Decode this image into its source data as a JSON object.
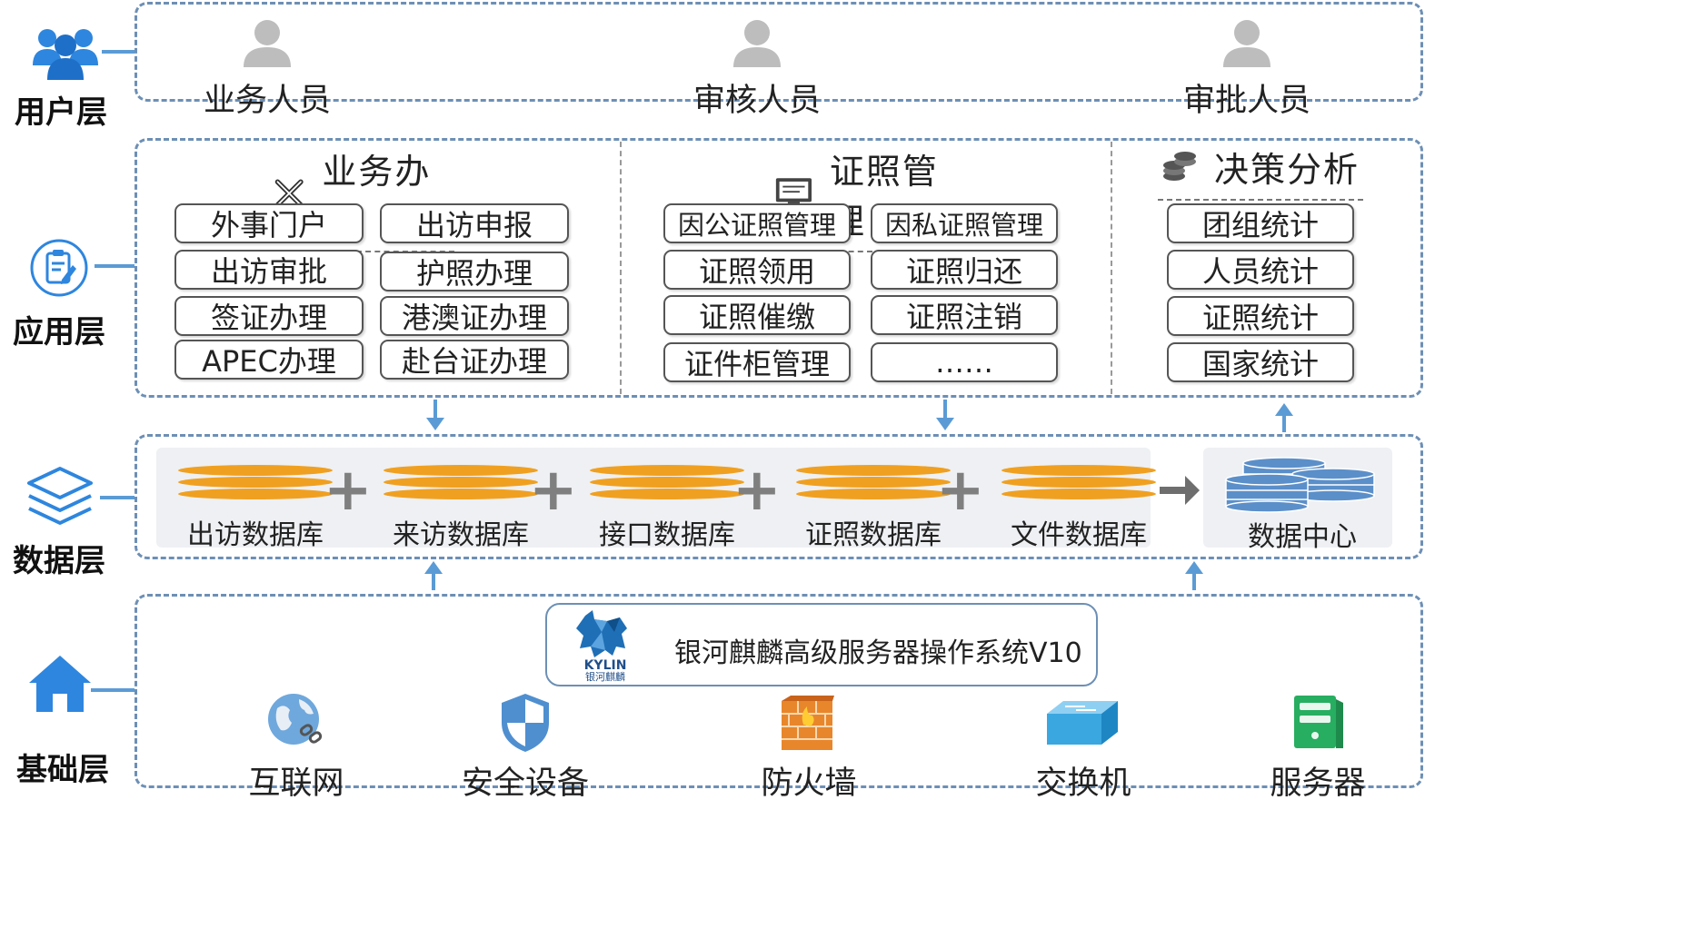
{
  "layers": {
    "user": "用户层",
    "app": "应用层",
    "data": "数据层",
    "base": "基础层"
  },
  "users": [
    "业务人员",
    "审核人员",
    "审批人员"
  ],
  "sections": {
    "business": {
      "title": "业务办理",
      "items": [
        "外事门户",
        "出访申报",
        "出访审批",
        "护照办理",
        "签证办理",
        "港澳证办理",
        "APEC办理",
        "赴台证办理"
      ]
    },
    "certificate": {
      "title": "证照管理",
      "items": [
        "因公证照管理",
        "因私证照管理",
        "证照领用",
        "证照归还",
        "证照催缴",
        "证照注销",
        "证件柜管理",
        "……"
      ]
    },
    "decision": {
      "title": "决策分析",
      "items": [
        "团组统计",
        "人员统计",
        "证照统计",
        "国家统计"
      ]
    }
  },
  "databases": [
    "出访数据库",
    "来访数据库",
    "接口数据库",
    "证照数据库",
    "文件数据库"
  ],
  "data_center": "数据中心",
  "os": {
    "logo_text": "KYLIN",
    "logo_sub": "银河麒麟",
    "label": "银河麒麟高级服务器操作系统V10"
  },
  "infrastructure": [
    "互联网",
    "安全设备",
    "防火墙",
    "交换机",
    "服务器"
  ],
  "colors": {
    "accent": "#5b9bd5",
    "database": "#f0a020",
    "datacenter": "#5b8fc9",
    "dashed_border": "#6d8fb5"
  }
}
